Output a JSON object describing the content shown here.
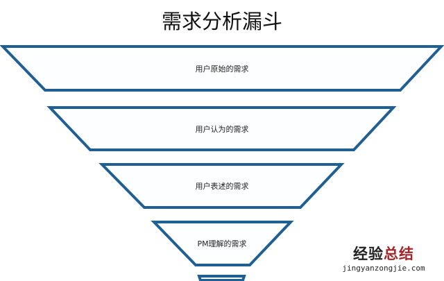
{
  "title": "需求分析漏斗",
  "colors": {
    "stroke": "#1f5f93",
    "fill": "#fdfeff"
  },
  "levels": [
    {
      "label": "用户原始的需求"
    },
    {
      "label": "用户认为的需求"
    },
    {
      "label": "用户表述的需求"
    },
    {
      "label": "PM理解的需求"
    },
    {
      "label": ""
    }
  ],
  "watermark": {
    "line1a": "经验",
    "line1b": "总结",
    "url": "jingyanzongjie.com"
  }
}
